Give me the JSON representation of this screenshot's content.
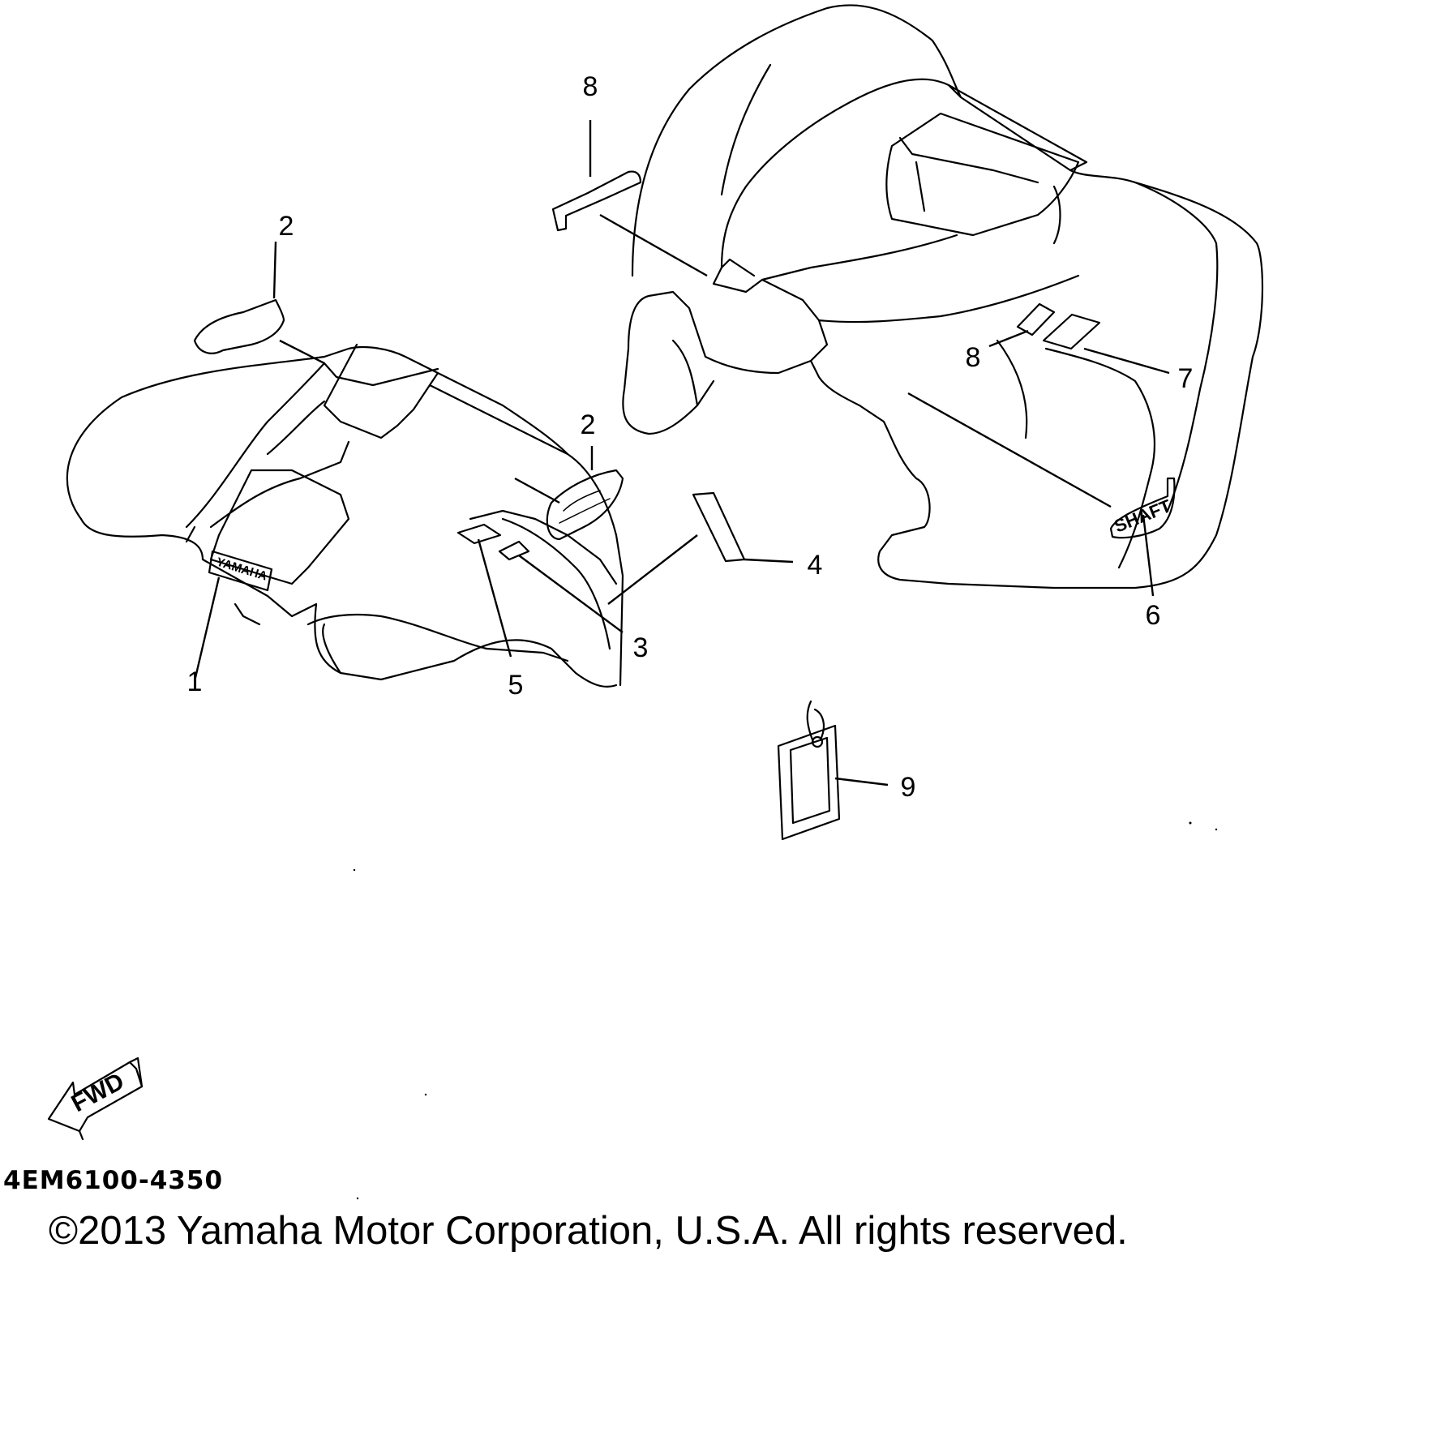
{
  "callouts": [
    "1",
    "2",
    "2",
    "3",
    "4",
    "5",
    "6",
    "7",
    "8",
    "8",
    "9"
  ],
  "decals": {
    "yamaha": "YAMAHA",
    "shaft": "SHAFT",
    "fwd": "FWD"
  },
  "part_code": "4EM6100-4350",
  "copyright": "©2013 Yamaha Motor Corporation, U.S.A. All rights reserved."
}
